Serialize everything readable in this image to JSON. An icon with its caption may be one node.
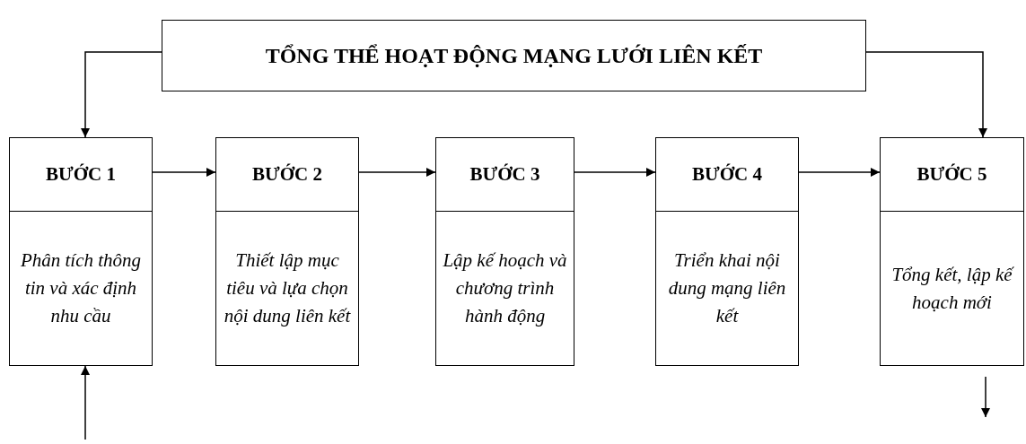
{
  "diagram": {
    "nodes": [
      {
        "text": [
          "TỔNG THỂ HOẠT ĐỘNG MẠNG LƯỚI LIÊN KẾT"
        ]
      },
      {
        "text": [
          "BƯỚC 1",
          "Phân tích thông tin và xác định nhu cầu"
        ]
      },
      {
        "text": [
          "BƯỚC 2",
          "Thiết lập mục tiêu và lựa chọn nội dung liên kết"
        ]
      },
      {
        "text": [
          "BƯỚC 3",
          "Lập kế hoạch và chương trình hành động"
        ]
      },
      {
        "text": [
          "BƯỚC 4",
          "Triển khai nội dung mạng liên kết"
        ]
      },
      {
        "text": [
          "BƯỚC 5",
          "Tổng kết, lập kế hoạch mới"
        ]
      }
    ],
    "edges": [
      {
        "from": 0,
        "to": 1,
        "arrow": "to"
      },
      {
        "from": 0,
        "to": 5,
        "arrow": "to"
      },
      {
        "from": 1,
        "to": 2,
        "arrow": "to"
      },
      {
        "from": 2,
        "to": 3,
        "arrow": "to"
      },
      {
        "from": 3,
        "to": 4,
        "arrow": "to"
      },
      {
        "from": 4,
        "to": 5,
        "arrow": "to"
      },
      {
        "from": null,
        "to": 1,
        "arrow": "to"
      },
      {
        "from": 5,
        "to": null,
        "arrow": "to"
      }
    ]
  }
}
